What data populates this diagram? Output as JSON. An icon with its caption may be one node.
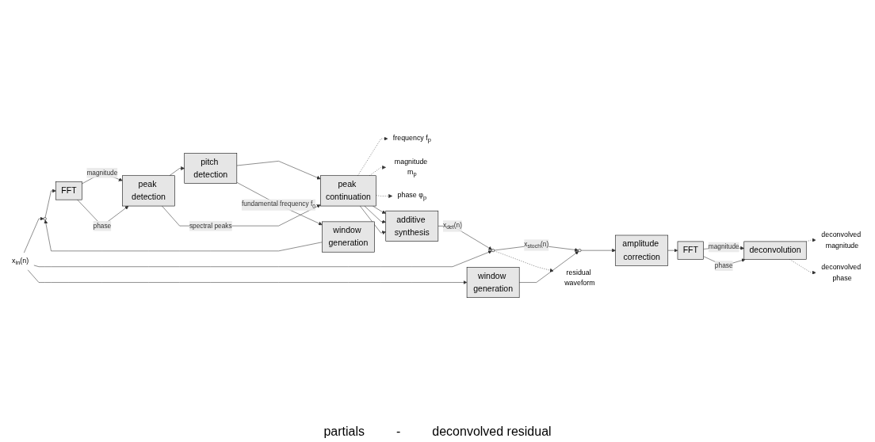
{
  "diagram": {
    "nodes": [
      {
        "text": [
          "x$_{in}$(n)"
        ]
      },
      {
        "text": [
          "window generation"
        ]
      },
      {
        "text": [],
        "shape": "circle"
      },
      {
        "text": [
          "FFT"
        ]
      },
      {
        "text": [
          "peak detection"
        ]
      },
      {
        "text": [
          "pitch detection"
        ]
      },
      {
        "text": [
          "peak continuation"
        ]
      },
      {
        "text": [
          "frequency f$_{p}$"
        ]
      },
      {
        "text": [
          "magnitude m$_{p}$"
        ]
      },
      {
        "text": [
          "phase φ$_{p}$"
        ]
      },
      {
        "text": [
          "additive synthesis"
        ]
      },
      {
        "text": [],
        "shape": "circle"
      },
      {
        "text": [
          "window generation"
        ]
      },
      {
        "text": [],
        "shape": "circle"
      },
      {
        "text": [
          "amplitude correction"
        ]
      },
      {
        "text": [
          "FFT"
        ]
      },
      {
        "text": [
          "deconvolution"
        ]
      },
      {
        "text": [
          "residual waveform"
        ]
      },
      {
        "text": [
          "deconvolved magnitude"
        ]
      },
      {
        "text": [
          "deconvolved phase"
        ]
      }
    ],
    "edges": [
      {
        "from": 0,
        "to": 2,
        "arrow": "to"
      },
      {
        "from": 0,
        "to": 11,
        "arrow": "to"
      },
      {
        "from": 0,
        "to": 12,
        "arrow": "to"
      },
      {
        "from": 1,
        "to": 2,
        "arrow": "to"
      },
      {
        "from": 2,
        "to": 3,
        "arrow": "to"
      },
      {
        "from": 3,
        "to": 4,
        "arrow": "to",
        "label": "magnitude"
      },
      {
        "from": 3,
        "to": 4,
        "arrow": "to",
        "label": "phase"
      },
      {
        "from": 4,
        "to": 5,
        "arrow": "to"
      },
      {
        "from": 4,
        "to": 6,
        "arrow": "to",
        "label": "spectral peaks"
      },
      {
        "from": 5,
        "to": 6,
        "arrow": "to"
      },
      {
        "from": 5,
        "to": 1,
        "arrow": "to",
        "label": "fundamental frequency f$_{0}$"
      },
      {
        "from": 6,
        "to": 7,
        "arrow": "to",
        "style": "dashed"
      },
      {
        "from": 6,
        "to": 8,
        "arrow": "to",
        "style": "dashed"
      },
      {
        "from": 6,
        "to": 9,
        "arrow": "to",
        "style": "dashed"
      },
      {
        "from": 6,
        "to": 10,
        "arrow": "to"
      },
      {
        "from": 6,
        "to": 10,
        "arrow": "to"
      },
      {
        "from": 6,
        "to": 10,
        "arrow": "to"
      },
      {
        "from": 10,
        "to": 11,
        "arrow": "to",
        "label": "x$_{det}$(n)"
      },
      {
        "from": 11,
        "to": 13,
        "arrow": "to",
        "label": "x$_{stoch}$(n)"
      },
      {
        "from": 11,
        "to": 17,
        "arrow": "to",
        "style": "dashed"
      },
      {
        "from": 12,
        "to": 13,
        "arrow": "to"
      },
      {
        "from": 13,
        "to": 14,
        "arrow": "to"
      },
      {
        "from": 14,
        "to": 15,
        "arrow": "to"
      },
      {
        "from": 15,
        "to": 16,
        "arrow": "to",
        "label": "magnitude"
      },
      {
        "from": 15,
        "to": 16,
        "arrow": "to",
        "label": "phase"
      },
      {
        "from": 16,
        "to": 18,
        "arrow": "to",
        "style": "dashed"
      },
      {
        "from": 16,
        "to": 19,
        "arrow": "to",
        "style": "dashed"
      }
    ],
    "labels": [
      "partials",
      "-",
      "deconvolved residual"
    ]
  }
}
